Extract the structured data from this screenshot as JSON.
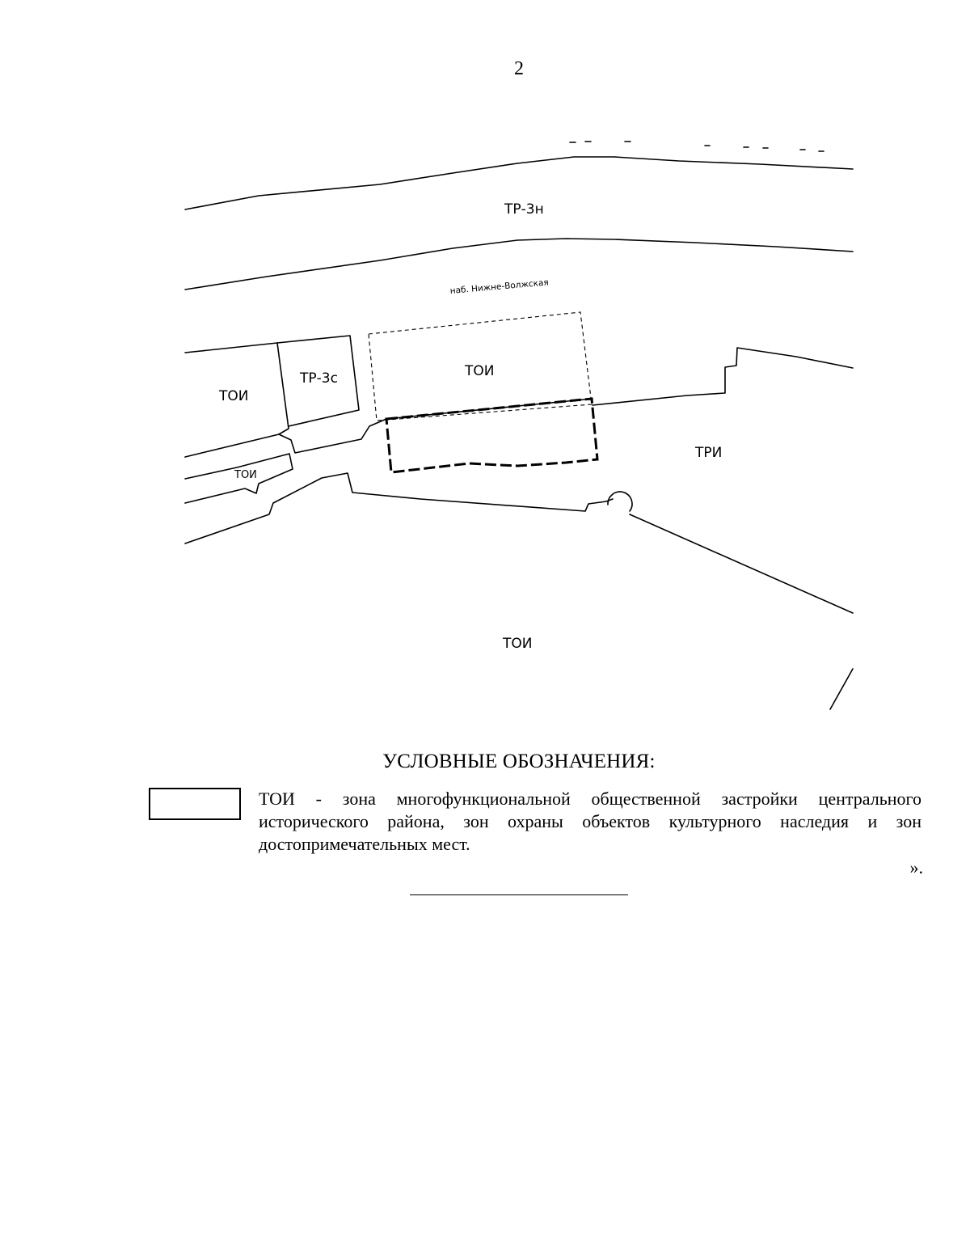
{
  "page": {
    "number": "2"
  },
  "map": {
    "zones": {
      "tr3n": "ТР-3н",
      "tr3s": "ТР-3с",
      "toi_left": "ТОИ",
      "toi_center": "ТОИ",
      "toi_small": "ТОИ",
      "tri": "ТРИ",
      "toi_bottom": "ТОИ"
    },
    "street": "наб. Нижне-Волжская"
  },
  "legend": {
    "title": "УСЛОВНЫЕ ОБОЗНАЧЕНИЯ:",
    "items": [
      {
        "text": "ТОИ - зона многофункциональной общественной застройки центрального исторического района, зон охраны объектов культурного наследия и зон достопримечательных мест."
      }
    ],
    "closing": "»."
  }
}
